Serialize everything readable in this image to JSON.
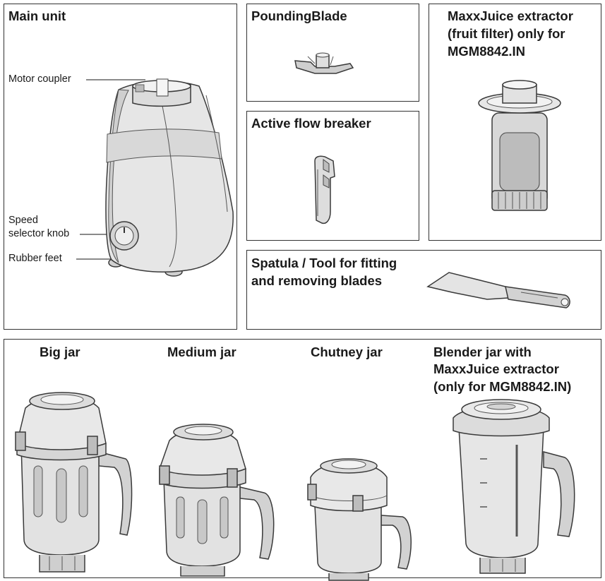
{
  "panels": {
    "main_unit": {
      "title": "Main unit",
      "labels": {
        "motor_coupler": "Motor coupler",
        "speed_selector_line1": "Speed",
        "speed_selector_line2": "selector knob",
        "rubber_feet": "Rubber feet"
      }
    },
    "pounding_blade": {
      "title": "PoundingBlade"
    },
    "active_flow_breaker": {
      "title": "Active flow breaker"
    },
    "maxxjuice": {
      "title_line1": "MaxxJuice extractor",
      "title_line2": "(fruit filter) only for",
      "title_line3": "MGM8842.IN"
    },
    "spatula": {
      "title_line1": "Spatula / Tool for fitting",
      "title_line2": "and removing blades"
    },
    "jars": {
      "big": "Big jar",
      "medium": "Medium jar",
      "chutney": "Chutney jar",
      "blender_line1": "Blender jar with",
      "blender_line2": "MaxxJuice extractor",
      "blender_line3": "(only for MGM8842.IN)"
    }
  }
}
